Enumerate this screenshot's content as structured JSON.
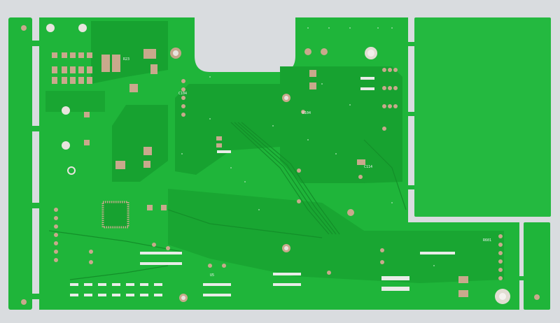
{
  "image": {
    "subject": "Bare green printed circuit board (PCB) panel photographed on light gray background",
    "background_color": "#d9dcdf",
    "board_color": "#1fb53a",
    "board_dark_color": "#15962b",
    "pad_color": "#c9a98c",
    "silkscreen_color": "#f2f4f2"
  },
  "labels": {
    "silk_1": "R104",
    "silk_2": "C104",
    "silk_3": "U5",
    "silk_4": "R601",
    "silk_5": "C114",
    "silk_6": "R23"
  }
}
